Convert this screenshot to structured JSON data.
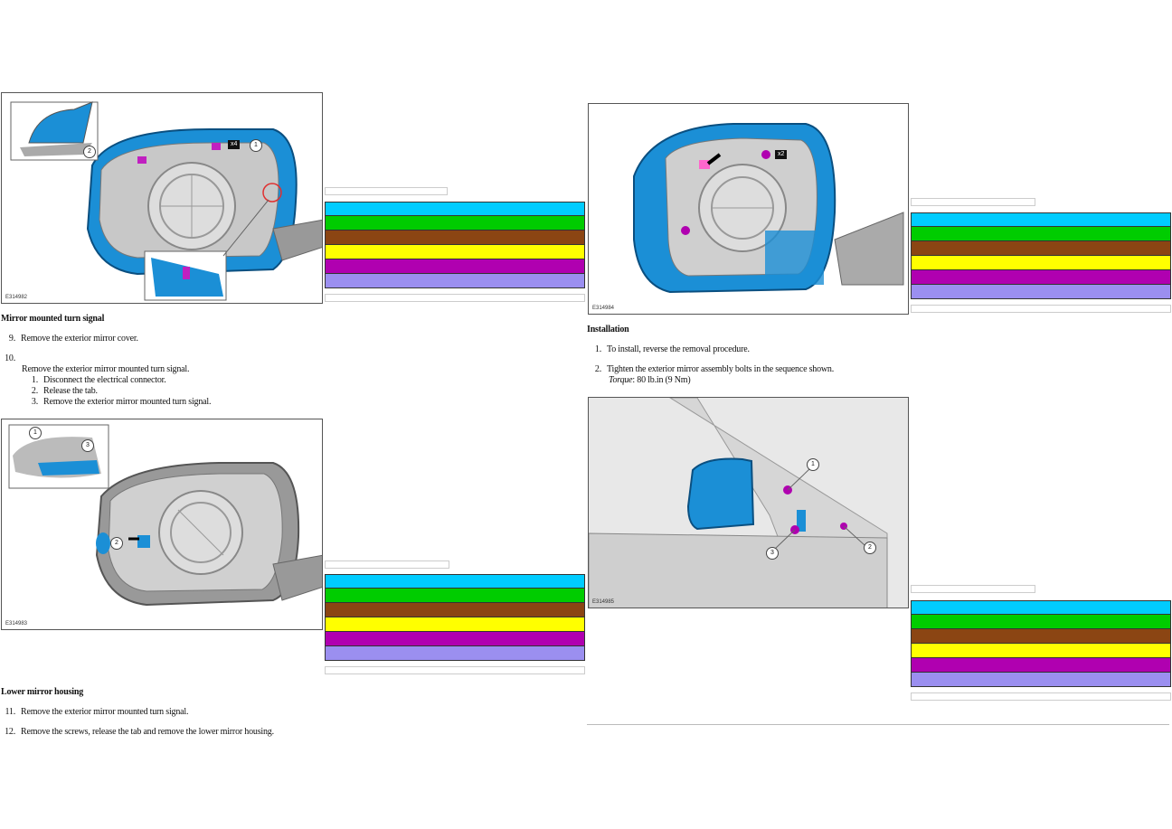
{
  "colors": {
    "mirror_blue": "#1b8fd6",
    "swatches": [
      "#00ccff",
      "#00cc00",
      "#8b4513",
      "#ffff00",
      "#b000b0",
      "#9b8ff0"
    ]
  },
  "figures": {
    "fig1": {
      "id": "E314982",
      "callouts": [
        "1",
        "2"
      ],
      "tag": "x4"
    },
    "fig2": {
      "id": "E314983",
      "callouts": [
        "1",
        "2",
        "3"
      ]
    },
    "fig3": {
      "id": "E314984",
      "tag": "x2"
    },
    "fig4": {
      "id": "E314985",
      "callouts": [
        "1",
        "2",
        "3"
      ]
    }
  },
  "left": {
    "section1": {
      "heading": "Mirror mounted turn signal",
      "step9": {
        "num": "9.",
        "text": "Remove the exterior mirror cover."
      },
      "step10": {
        "num": "10.",
        "text": "Remove the exterior mirror mounted turn signal.",
        "substeps": [
          {
            "num": "1.",
            "text": "Disconnect the electrical connector."
          },
          {
            "num": "2.",
            "text": "Release the tab."
          },
          {
            "num": "3.",
            "text": "Remove the exterior mirror mounted turn signal."
          }
        ]
      }
    },
    "section2": {
      "heading": "Lower mirror housing",
      "step11": {
        "num": "11.",
        "text": "Remove the exterior mirror mounted turn signal."
      },
      "step12": {
        "num": "12.",
        "text": "Remove the screws, release the tab and remove the lower mirror housing."
      }
    }
  },
  "right": {
    "heading": "Installation",
    "step1": {
      "num": "1.",
      "text": "To install, reverse the removal procedure."
    },
    "step2": {
      "num": "2.",
      "text": "Tighten the exterior mirror assembly bolts in the sequence shown.",
      "torque_label": "Torque",
      "torque_value": ": 80 lb.in (9 Nm)"
    }
  }
}
